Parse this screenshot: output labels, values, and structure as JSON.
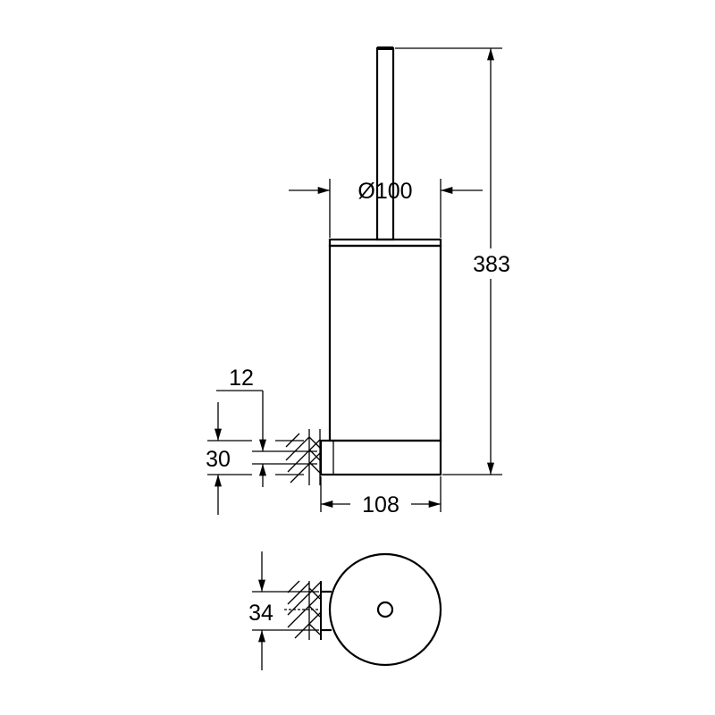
{
  "dimensions": {
    "diameter": "Ø100",
    "height": "383",
    "base_width": "108",
    "wall_offset": "12",
    "base_height": "30",
    "bracket_width": "34"
  },
  "colors": {
    "line": "#000000",
    "background": "#ffffff"
  }
}
